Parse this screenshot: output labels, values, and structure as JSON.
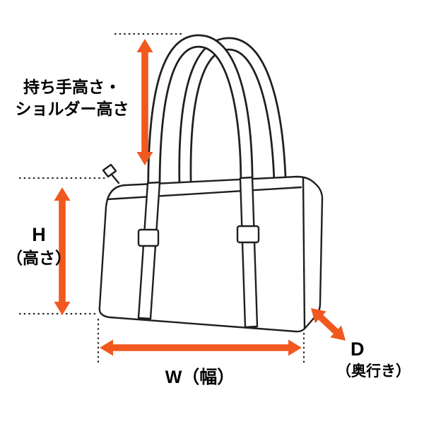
{
  "colors": {
    "arrow": "#F1581F",
    "line": "#1f1f1f",
    "background": "#ffffff"
  },
  "labels": {
    "handle_height": {
      "line1": "持ち手高さ・",
      "line2": "ショルダー高さ"
    },
    "height": {
      "line1": "H",
      "line2": "（高さ）"
    },
    "width": "W（幅）",
    "depth": {
      "line1": "D",
      "line2": "（奥行き）"
    }
  }
}
